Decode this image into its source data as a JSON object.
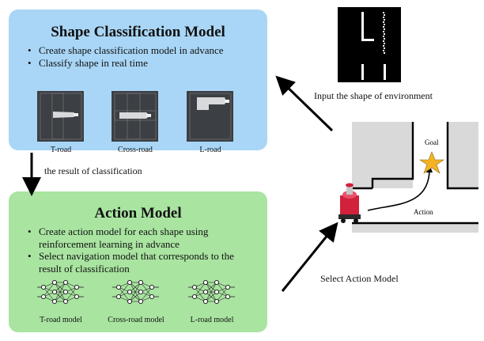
{
  "shape_panel": {
    "title": "Shape Classification Model",
    "bullets": [
      "Create shape classification model in advance",
      "Classify shape in real time"
    ],
    "thumbnails": [
      {
        "caption": "T-road"
      },
      {
        "caption": "Cross-road"
      },
      {
        "caption": "L-road"
      }
    ]
  },
  "action_panel": {
    "title": "Action Model",
    "bullets": [
      "Create action model for each shape using reinforcement learning in advance",
      "Select navigation model that corresponds to the result of classification"
    ],
    "networks": [
      {
        "caption": "T-road model"
      },
      {
        "caption": "Cross-road model"
      },
      {
        "caption": "L-road model"
      }
    ]
  },
  "flow": {
    "classification_result": "the result of classification",
    "input_shape": "Input the shape of environment",
    "select_action": "Select Action Model"
  },
  "map": {
    "goal_label": "Goal",
    "action_label": "Action"
  },
  "colors": {
    "shape_panel": "#a9d6f6",
    "action_panel": "#a9e4a1",
    "robot": "#d2213b",
    "goal_star": "#f4b324"
  }
}
